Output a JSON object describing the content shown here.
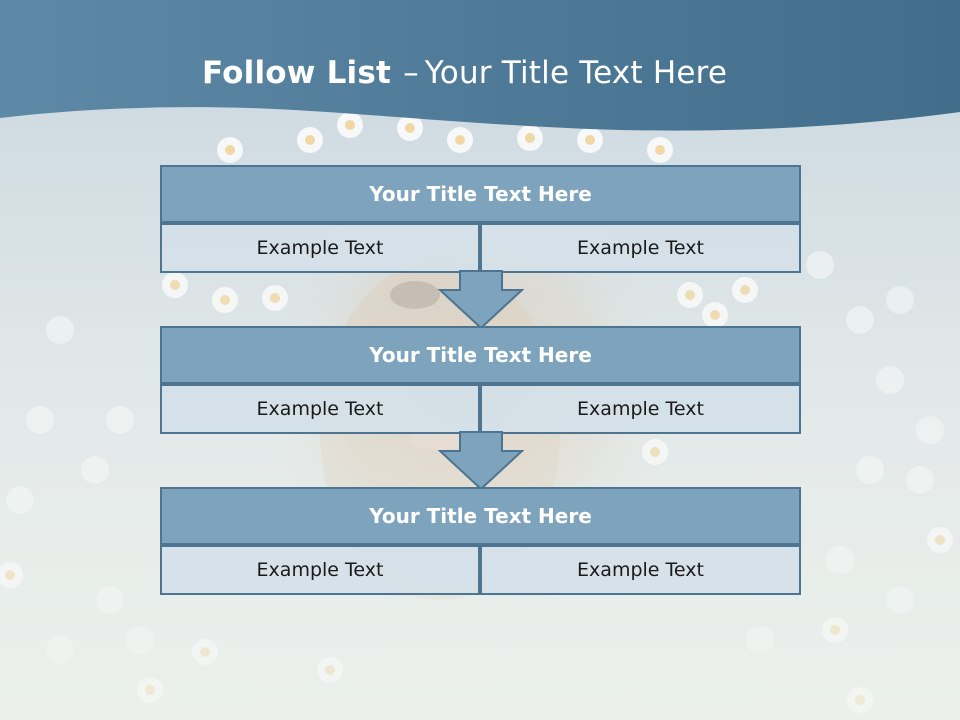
{
  "slide": {
    "title_main": "Follow List",
    "title_separator": "–",
    "title_sub": "Your Title Text Here"
  },
  "blocks": [
    {
      "title": "Your Title Text Here",
      "left": "Example Text",
      "right": "Example Text"
    },
    {
      "title": "Your Title Text Here",
      "left": "Example Text",
      "right": "Example Text"
    },
    {
      "title": "Your Title Text Here",
      "left": "Example Text",
      "right": "Example Text"
    }
  ],
  "colors": {
    "header_band": "#4e7896",
    "title_box_fill": "#7ea4bd",
    "box_border": "#4d7591",
    "cell_fill": "#d4e0e8",
    "arrow_fill": "#7ea4bd"
  },
  "icons": {
    "connector": "down-arrow-icon",
    "background": "dog-in-daisy-field-photo"
  }
}
